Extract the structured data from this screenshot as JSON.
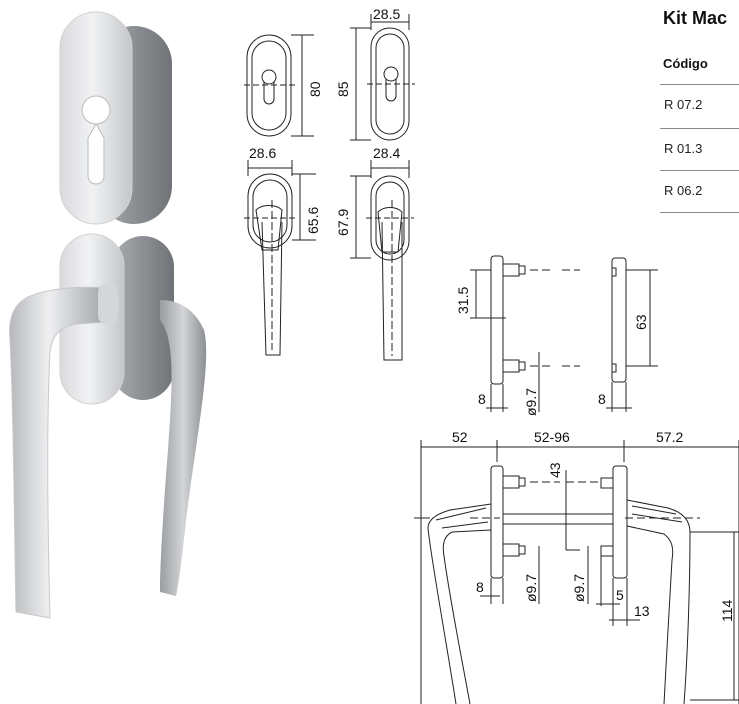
{
  "title": "Kit Mac",
  "table": {
    "header": "Código",
    "rows": [
      {
        "code": "R 07.2"
      },
      {
        "code": "R 01.3"
      },
      {
        "code": "R 06.2"
      }
    ]
  },
  "dims": {
    "top": {
      "d80": "80",
      "d85": "85",
      "d285": "28.5"
    },
    "mid": {
      "d286": "28.6",
      "d656": "65.6",
      "d284": "28.4",
      "d679": "67.9"
    },
    "side": {
      "d315": "31.5",
      "d63": "63",
      "d8a": "8",
      "d97a": "ø9.7",
      "d8b": "8"
    },
    "bottom": {
      "d52": "52",
      "d5296": "52-96",
      "d572": "57.2",
      "d43": "43",
      "d8": "8",
      "d97a": "ø9.7",
      "d97b": "ø9.7",
      "d5": "5",
      "d13": "13",
      "d114": "114"
    }
  },
  "colors": {
    "metal_light": "#e9eaec",
    "metal_mid": "#bfc1c4",
    "metal_dark": "#8c8f93",
    "line": "#222222"
  }
}
